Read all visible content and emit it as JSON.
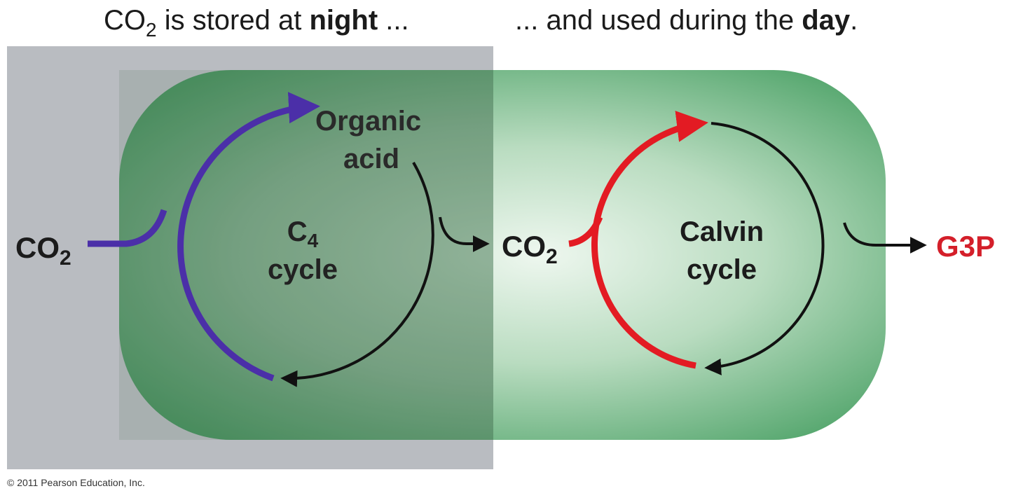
{
  "header": {
    "left": {
      "co2_main": "CO",
      "co2_sub": "2",
      "text_before_bold": " is stored at ",
      "bold_word": "night",
      "ellipsis": " ..."
    },
    "right": {
      "ellipsis": "... ",
      "text_before_bold": "and used during the ",
      "bold_word": "day",
      "period": "."
    }
  },
  "left_panel": {
    "co2_main": "CO",
    "co2_sub": "2",
    "organic_acid_line1": "Organic",
    "organic_acid_line2": "acid",
    "cycle_c": "C",
    "cycle_sub": "4",
    "cycle_word": "cycle"
  },
  "right_panel": {
    "co2_main": "CO",
    "co2_sub": "2",
    "cycle_line1": "Calvin",
    "cycle_line2": "cycle",
    "output": "G3P"
  },
  "footer": {
    "copyright": "© 2011 Pearson Education, Inc."
  },
  "colors": {
    "night_panel": "#b9bcc1",
    "cell_dark": "#3f8e58",
    "cell_light": "#e6f3e8",
    "c4_arrow": "#4b2fa8",
    "calvin_arrow": "#e31b23",
    "black_arrow": "#111111",
    "g3p_text": "#d41f2a",
    "text_dark": "#1b1b1b"
  }
}
